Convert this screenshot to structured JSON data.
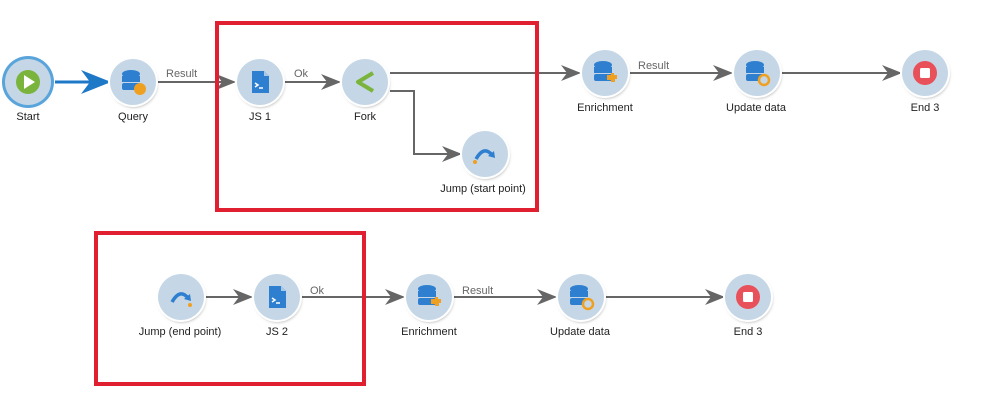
{
  "nodes": [
    {
      "id": "start",
      "label": "Start",
      "icon": "play-icon"
    },
    {
      "id": "query",
      "label": "Query",
      "icon": "database-icon"
    },
    {
      "id": "js1",
      "label": "JS 1",
      "icon": "script-icon"
    },
    {
      "id": "fork",
      "label": "Fork",
      "icon": "fork-icon"
    },
    {
      "id": "jump_start",
      "label": "Jump (start point)",
      "icon": "jump-icon"
    },
    {
      "id": "enrich1",
      "label": "Enrichment",
      "icon": "enrichment-icon"
    },
    {
      "id": "update1",
      "label": "Update data",
      "icon": "update-data-icon"
    },
    {
      "id": "end1",
      "label": "End 3",
      "icon": "stop-icon"
    },
    {
      "id": "jump_end",
      "label": "Jump (end point)",
      "icon": "jump-icon"
    },
    {
      "id": "js2",
      "label": "JS 2",
      "icon": "script-icon"
    },
    {
      "id": "enrich2",
      "label": "Enrichment",
      "icon": "enrichment-icon"
    },
    {
      "id": "update2",
      "label": "Update data",
      "icon": "update-data-icon"
    },
    {
      "id": "end2",
      "label": "End 3",
      "icon": "stop-icon"
    }
  ],
  "edges": [
    {
      "from": "start",
      "to": "query",
      "label": ""
    },
    {
      "from": "query",
      "to": "js1",
      "label": "Result"
    },
    {
      "from": "js1",
      "to": "fork",
      "label": "Ok"
    },
    {
      "from": "fork",
      "to": "enrich1",
      "label": ""
    },
    {
      "from": "fork",
      "to": "jump_start",
      "label": ""
    },
    {
      "from": "enrich1",
      "to": "update1",
      "label": "Result"
    },
    {
      "from": "update1",
      "to": "end1",
      "label": ""
    },
    {
      "from": "jump_end",
      "to": "js2",
      "label": ""
    },
    {
      "from": "js2",
      "to": "enrich2",
      "label": "Ok"
    },
    {
      "from": "enrich2",
      "to": "update2",
      "label": "Result"
    },
    {
      "from": "update2",
      "to": "end2",
      "label": ""
    }
  ],
  "colors": {
    "node_fill": "#c5d7e6",
    "icon_blue": "#2f7fd0",
    "accent_orange": "#f0a020",
    "start_green": "#7ab43c",
    "fork_green": "#7ab43c",
    "stop_red": "#e8505a",
    "highlight_frame": "#e02030",
    "edge": "#666666",
    "start_edge": "#1e78c8"
  }
}
